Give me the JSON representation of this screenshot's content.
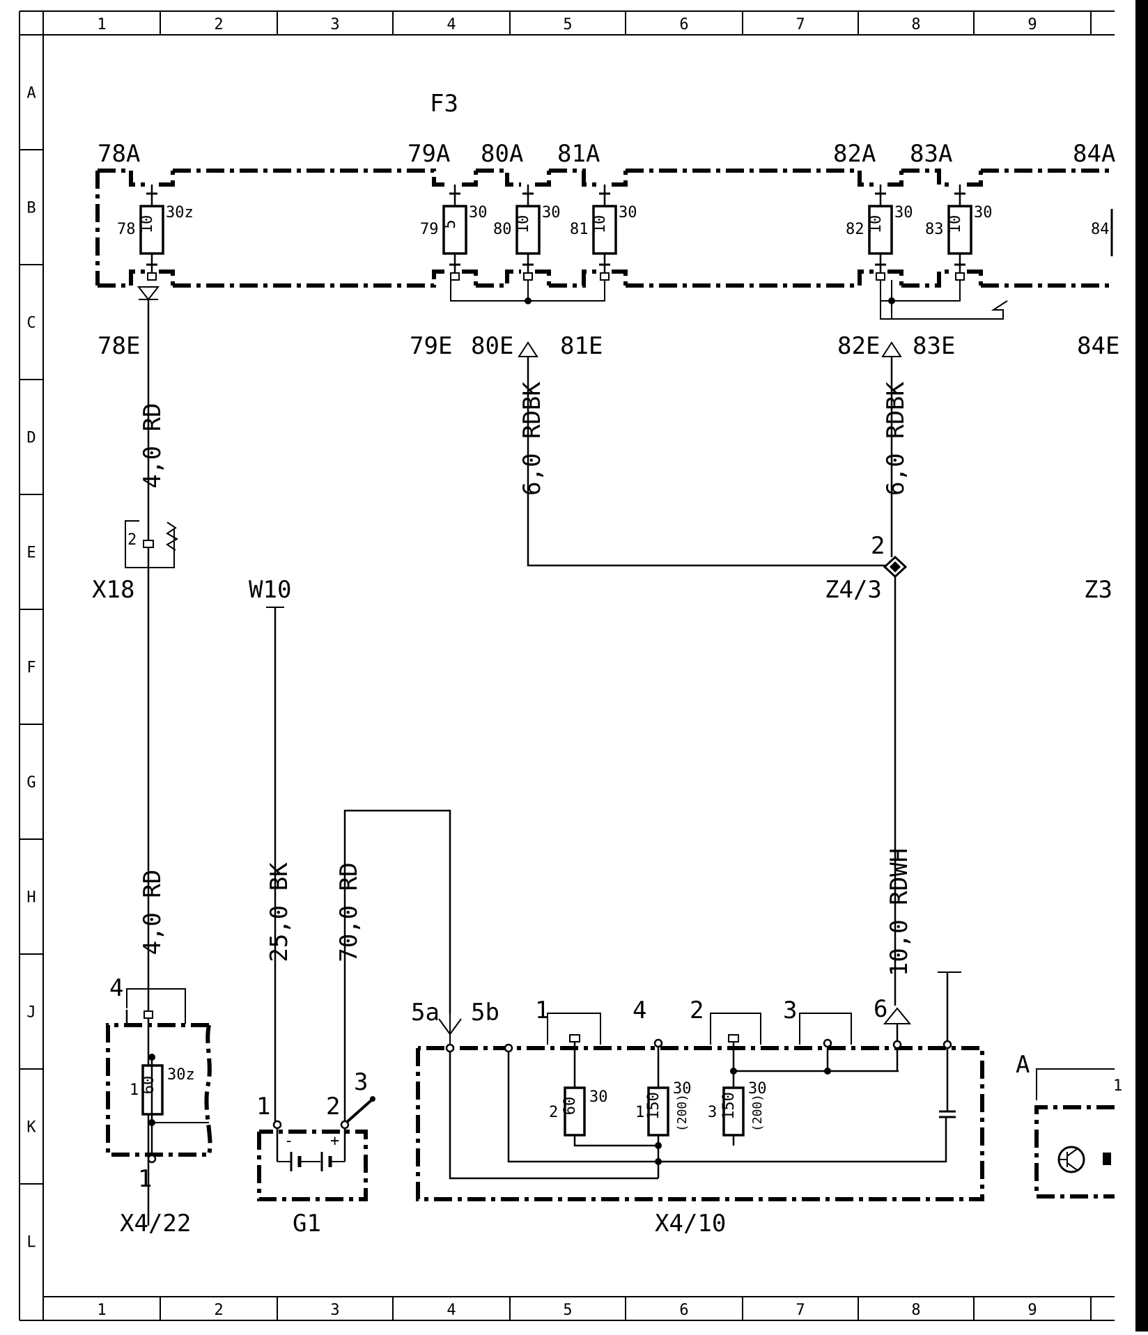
{
  "grid": {
    "columns": [
      "1",
      "2",
      "3",
      "4",
      "5",
      "6",
      "7",
      "8",
      "9"
    ],
    "rows": [
      "A",
      "B",
      "C",
      "D",
      "E",
      "F",
      "G",
      "H",
      "J",
      "K",
      "L"
    ]
  },
  "fuse_block": {
    "name": "F3",
    "slot_labels": [
      "78A",
      "79A",
      "80A",
      "81A",
      "82A",
      "83A",
      "84A"
    ],
    "exit_labels": [
      "78E",
      "79E",
      "80E",
      "81E",
      "82E",
      "83E",
      "84E"
    ],
    "fuses": [
      {
        "num": "78",
        "rating": "10",
        "term": "30z"
      },
      {
        "num": "79",
        "rating": "5",
        "term": "30"
      },
      {
        "num": "80",
        "rating": "10",
        "term": "30"
      },
      {
        "num": "81",
        "rating": "10",
        "term": "30"
      },
      {
        "num": "82",
        "rating": "10",
        "term": "30"
      },
      {
        "num": "83",
        "rating": "10",
        "term": "30"
      },
      {
        "num": "84",
        "rating": "",
        "term": ""
      }
    ]
  },
  "wires": {
    "w78_upper": "4,0 RD",
    "w80": "6,0 RDBK",
    "w82": "6,0 RDBK",
    "w78_lower": "4,0 RD",
    "w_bk": "25,0 BK",
    "w_rd": "70,0 RD",
    "w_rdwh": "10,0 RDWH"
  },
  "components": {
    "x18": "X18",
    "x18_pin": "2",
    "w10": "W10",
    "z43": "Z4/3",
    "z43_pin": "2",
    "z3": "Z3",
    "x4_22": {
      "name": "X4/22",
      "pin_top": "4",
      "pin_bottom": "1",
      "fuse_num": "1",
      "fuse_rating": "60",
      "fuse_term": "30z"
    },
    "g1": {
      "name": "G1",
      "pin1": "1",
      "pin2": "2",
      "pin3": "3",
      "minus": "-",
      "plus": "+"
    },
    "x4_10": {
      "name": "X4/10",
      "pins": [
        "5a",
        "5b",
        "1",
        "4",
        "2",
        "3",
        "6"
      ],
      "fuses": [
        {
          "num": "2",
          "rating": "60",
          "term": "30",
          "alt": ""
        },
        {
          "num": "1",
          "rating": "150",
          "term": "30",
          "alt": "(200)"
        },
        {
          "num": "3",
          "rating": "150",
          "term": "30",
          "alt": "(200)"
        }
      ]
    },
    "right_partial": {
      "label": "A",
      "pin": "1"
    }
  }
}
